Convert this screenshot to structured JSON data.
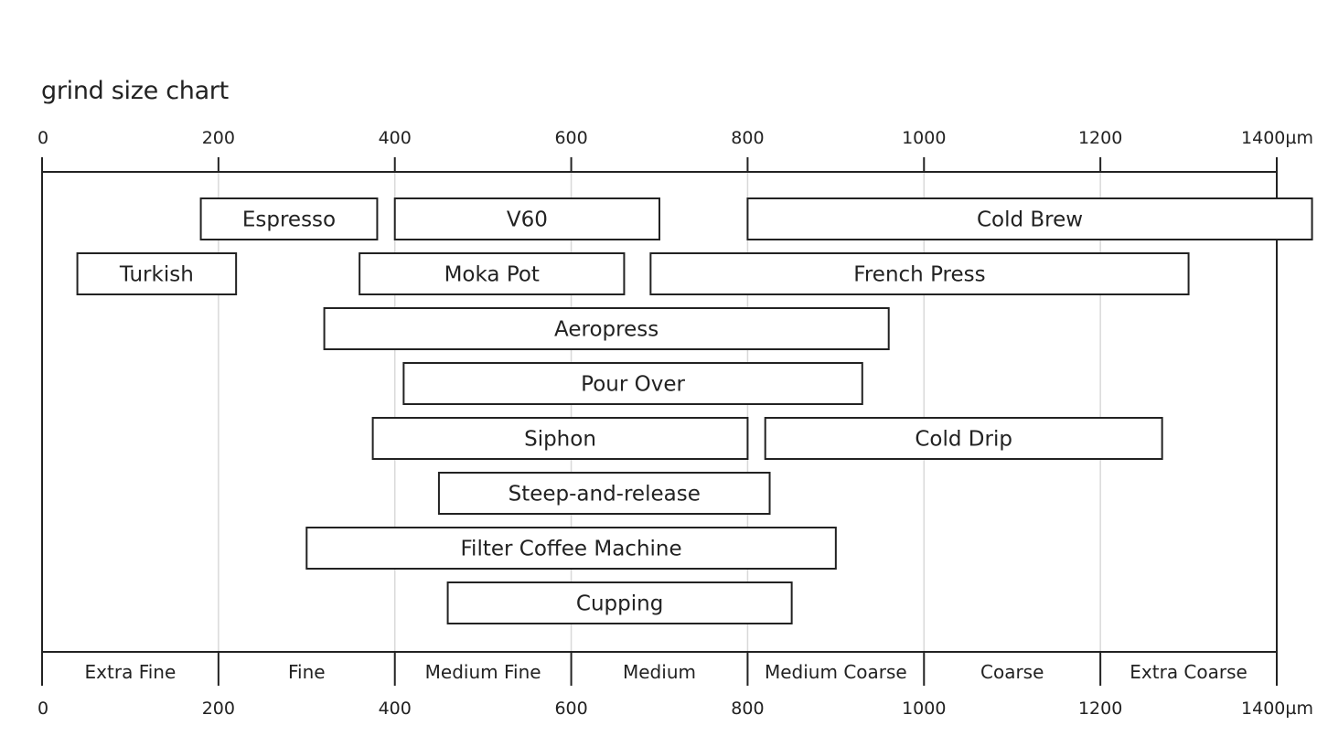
{
  "chart_data": {
    "type": "bar",
    "orientation": "horizontal-range",
    "title": "grind size chart",
    "unit": "µm",
    "xlim": [
      0,
      1400
    ],
    "x_ticks": [
      0,
      200,
      400,
      600,
      800,
      1000,
      1200,
      1400
    ],
    "x_tick_labels": [
      "0",
      "200",
      "400",
      "600",
      "800",
      "1000",
      "1200",
      "1400µm"
    ],
    "grid": true,
    "categories": [
      {
        "label": "Extra Fine",
        "from": 0,
        "to": 200
      },
      {
        "label": "Fine",
        "from": 200,
        "to": 400
      },
      {
        "label": "Medium Fine",
        "from": 400,
        "to": 600
      },
      {
        "label": "Medium",
        "from": 600,
        "to": 800
      },
      {
        "label": "Medium Coarse",
        "from": 800,
        "to": 1000
      },
      {
        "label": "Coarse",
        "from": 1000,
        "to": 1200
      },
      {
        "label": "Extra Coarse",
        "from": 1200,
        "to": 1400
      }
    ],
    "ranges": [
      {
        "label": "Espresso",
        "from": 180,
        "to": 380,
        "row": 0
      },
      {
        "label": "V60",
        "from": 400,
        "to": 700,
        "row": 0
      },
      {
        "label": "Cold Brew",
        "from": 800,
        "to": 1440,
        "row": 0
      },
      {
        "label": "Turkish",
        "from": 40,
        "to": 220,
        "row": 1
      },
      {
        "label": "Moka Pot",
        "from": 360,
        "to": 660,
        "row": 1
      },
      {
        "label": "French Press",
        "from": 690,
        "to": 1300,
        "row": 1
      },
      {
        "label": "Aeropress",
        "from": 320,
        "to": 960,
        "row": 2
      },
      {
        "label": "Pour Over",
        "from": 410,
        "to": 930,
        "row": 3
      },
      {
        "label": "Siphon",
        "from": 375,
        "to": 800,
        "row": 4
      },
      {
        "label": "Cold Drip",
        "from": 820,
        "to": 1270,
        "row": 4
      },
      {
        "label": "Steep-and-release",
        "from": 450,
        "to": 825,
        "row": 5
      },
      {
        "label": "Filter Coffee Machine",
        "from": 300,
        "to": 900,
        "row": 6
      },
      {
        "label": "Cupping",
        "from": 460,
        "to": 850,
        "row": 7
      }
    ],
    "colors": {
      "line": "#222222",
      "grid": "#d9d9d9",
      "fill": "#ffffff",
      "text": "#222222"
    }
  }
}
